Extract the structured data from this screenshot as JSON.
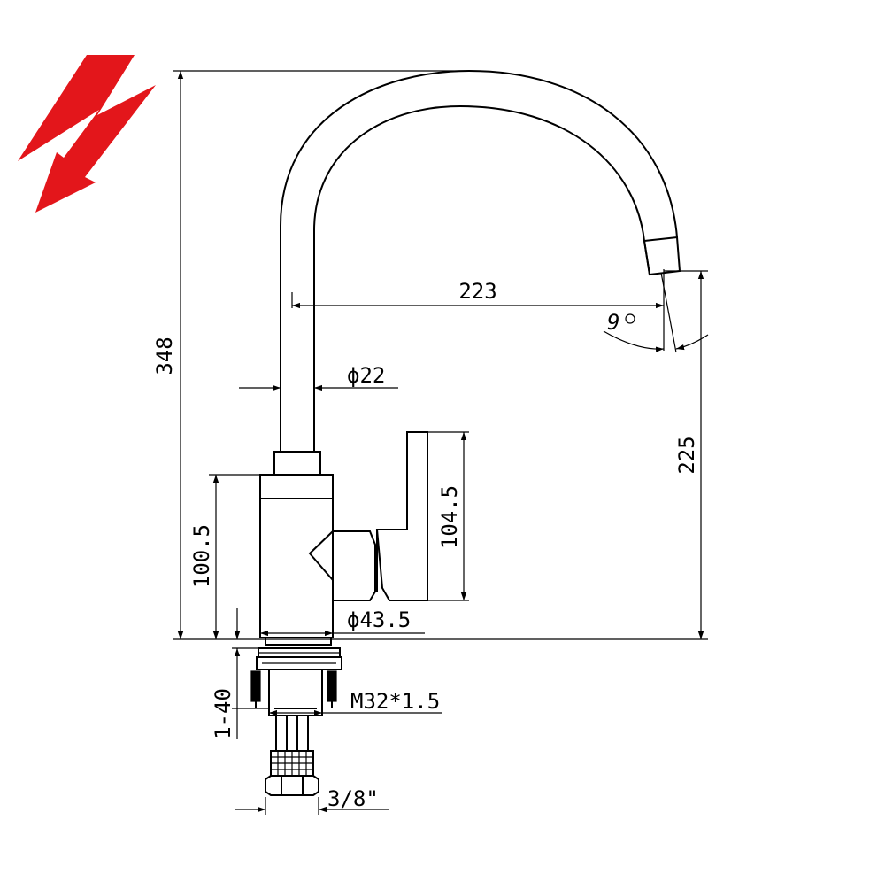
{
  "drawing": {
    "warning_symbol": "lightning-bolt-icon",
    "accent_color": "#e3161b",
    "line_color": "#000000",
    "dimensions": {
      "total_height": "348",
      "spout_reach": "223",
      "spout_angle": "9",
      "spout_diameter": "ϕ22",
      "spout_outlet_height": "225",
      "handle_height": "104.5",
      "body_height": "100.5",
      "body_diameter": "ϕ43.5",
      "mount_thickness": "1-40",
      "thread": "M32*1.5",
      "hose_fitting": "3/8\""
    }
  }
}
